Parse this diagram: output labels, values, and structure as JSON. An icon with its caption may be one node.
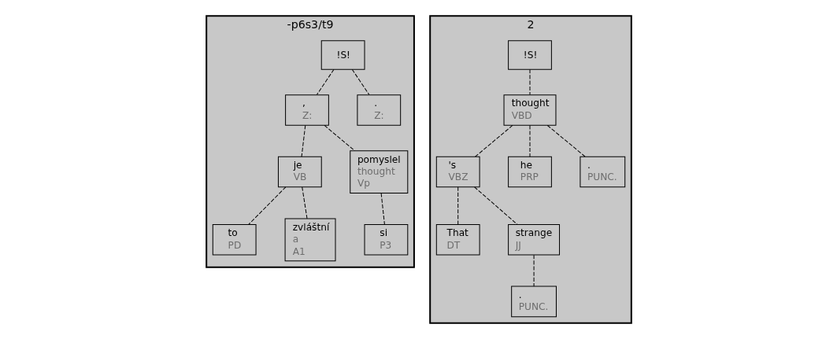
{
  "diagram": {
    "nodes": [
      {
        "text": [
          "-p6s3/t9"
        ]
      },
      {
        "text": [
          "!S!"
        ],
        "in": 0
      },
      {
        "text": [
          ",",
          "Z:"
        ],
        "in": 0
      },
      {
        "text": [
          ".",
          "Z:"
        ],
        "in": 0
      },
      {
        "text": [
          "je",
          "VB"
        ],
        "in": 0
      },
      {
        "text": [
          "pomyslel",
          "thought",
          "Vp"
        ],
        "in": 0
      },
      {
        "text": [
          "to",
          "PD"
        ],
        "in": 0
      },
      {
        "text": [
          "zvláštní",
          "a",
          "A1"
        ],
        "in": 0
      },
      {
        "text": [
          "si",
          "P3"
        ],
        "in": 0
      },
      {
        "text": [
          "2"
        ]
      },
      {
        "text": [
          "!S!"
        ],
        "in": 9
      },
      {
        "text": [
          "thought",
          "VBD"
        ],
        "in": 9
      },
      {
        "text": [
          "'s",
          "VBZ"
        ],
        "in": 9
      },
      {
        "text": [
          "he",
          "PRP"
        ],
        "in": 9
      },
      {
        "text": [
          ".",
          "PUNC."
        ],
        "in": 9
      },
      {
        "text": [
          "That",
          "DT"
        ],
        "in": 9
      },
      {
        "text": [
          "strange",
          "JJ"
        ],
        "in": 9
      },
      {
        "text": [
          ".",
          "PUNC."
        ],
        "in": 9
      }
    ],
    "edges": [
      {
        "from": 1,
        "to": 2,
        "arrow": "none",
        "style": "dashed"
      },
      {
        "from": 1,
        "to": 3,
        "arrow": "none",
        "style": "dashed"
      },
      {
        "from": 2,
        "to": 4,
        "arrow": "none",
        "style": "dashed"
      },
      {
        "from": 2,
        "to": 5,
        "arrow": "none",
        "style": "dashed"
      },
      {
        "from": 4,
        "to": 6,
        "arrow": "none",
        "style": "dashed"
      },
      {
        "from": 4,
        "to": 7,
        "arrow": "none",
        "style": "dashed"
      },
      {
        "from": 5,
        "to": 8,
        "arrow": "none",
        "style": "dashed"
      },
      {
        "from": 10,
        "to": 11,
        "arrow": "none",
        "style": "dashed"
      },
      {
        "from": 11,
        "to": 12,
        "arrow": "none",
        "style": "dashed"
      },
      {
        "from": 11,
        "to": 13,
        "arrow": "none",
        "style": "dashed"
      },
      {
        "from": 11,
        "to": 14,
        "arrow": "none",
        "style": "dashed"
      },
      {
        "from": 12,
        "to": 15,
        "arrow": "none",
        "style": "dashed"
      },
      {
        "from": 12,
        "to": 16,
        "arrow": "none",
        "style": "dashed"
      },
      {
        "from": 16,
        "to": 17,
        "arrow": "none",
        "style": "dashed"
      }
    ]
  }
}
